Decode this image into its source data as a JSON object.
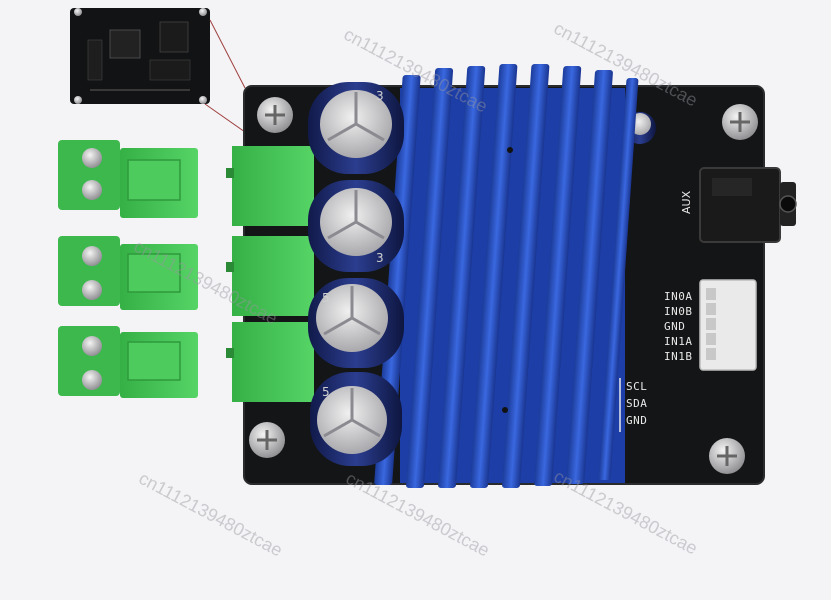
{
  "board": {
    "aux_label": "AUX",
    "input_pins": [
      "IN0A",
      "IN0B",
      "GND",
      "IN1A",
      "IN1B"
    ],
    "i2c_pins": [
      "SCL",
      "SDA",
      "GND"
    ],
    "caps": [
      "3",
      "3",
      "5",
      "5"
    ]
  },
  "watermarks": [
    "cn1112139480ztcae",
    "cn1112139480ztcae",
    "cn1112139480ztcae",
    "cn1112139480ztcae",
    "cn1112139480ztcae",
    "cn1112139480ztcae"
  ],
  "colors": {
    "pcb": "#141516",
    "heatsink": "#2a52c0",
    "terminal": "#3ec24f",
    "capacitor": "#1d2a6b"
  }
}
